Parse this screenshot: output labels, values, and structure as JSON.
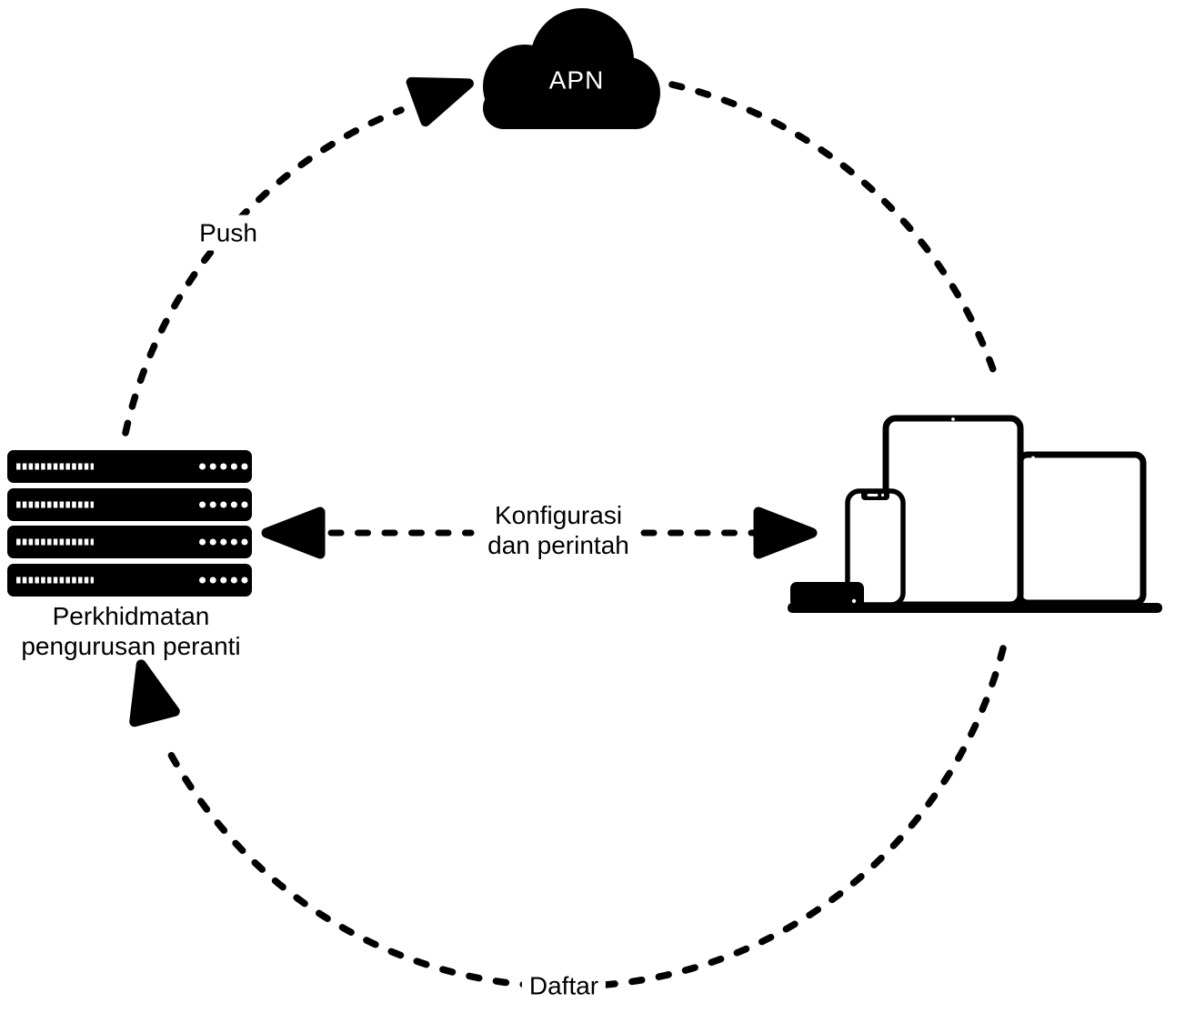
{
  "diagram_title": "APN MDM flow",
  "labels": {
    "apn": "APN",
    "push": "Push",
    "config_line1": "Konfigurasi",
    "config_line2": "dan perintah",
    "register": "Daftar",
    "server_line1": "Perkhidmatan",
    "server_line2": "pengurusan peranti"
  },
  "nodes": [
    {
      "id": "apn-cloud",
      "icon": "cloud-icon",
      "label": "APN"
    },
    {
      "id": "mdm-server",
      "icon": "server-rack-icon",
      "label": "Perkhidmatan pengurusan peranti"
    },
    {
      "id": "devices",
      "icon": "devices-icon",
      "label": ""
    }
  ],
  "edges": [
    {
      "from": "mdm-server",
      "to": "apn-cloud",
      "label": "Push",
      "style": "dashed-arc"
    },
    {
      "from": "apn-cloud",
      "to": "devices",
      "label": "",
      "style": "dashed-arc"
    },
    {
      "from": "devices",
      "to": "mdm-server",
      "label": "Daftar",
      "style": "dashed-arc"
    },
    {
      "from": "mdm-server",
      "to": "devices",
      "label": "Konfigurasi dan perintah",
      "style": "dashed-line",
      "bidirectional": true
    }
  ],
  "colors": {
    "ink": "#000000",
    "bg": "#ffffff",
    "cloud-text": "#ffffff"
  }
}
